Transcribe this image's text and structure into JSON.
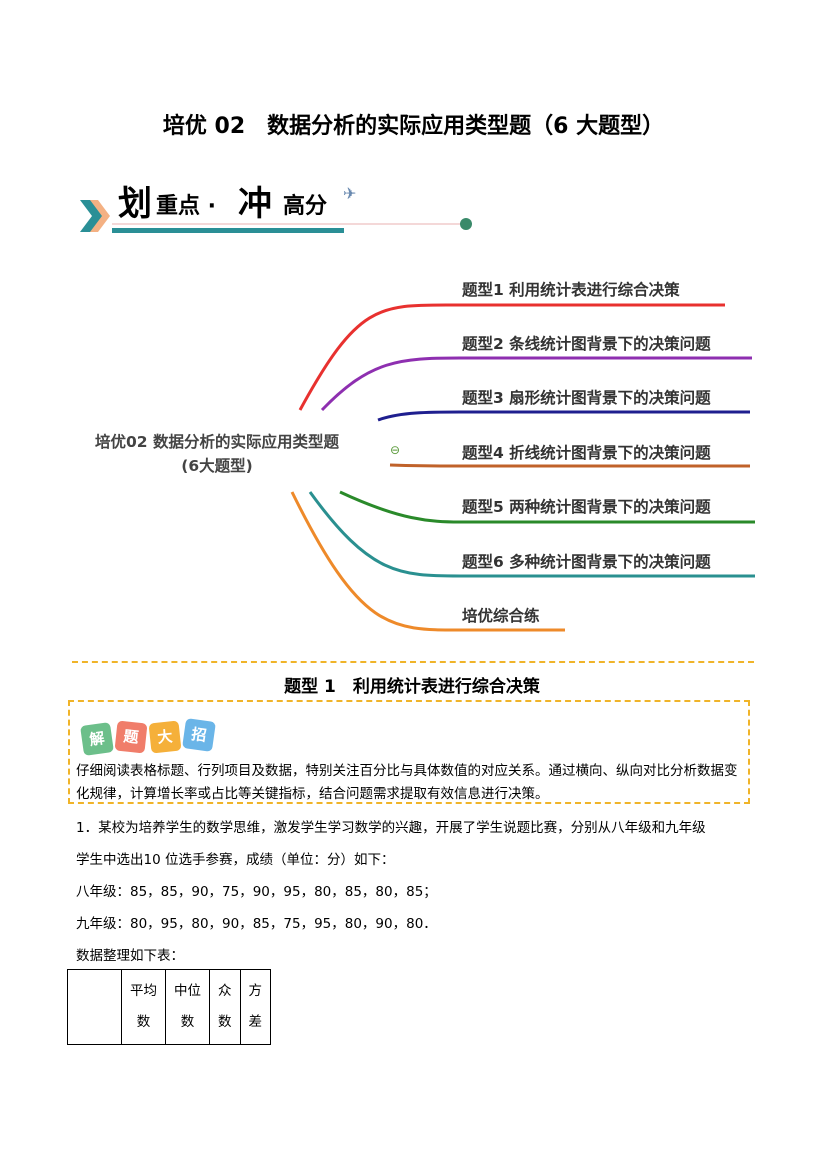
{
  "title": "培优 02　数据分析的实际应用类型题（6 大题型）",
  "banner": {
    "c1": "划",
    "t1": "重点 ·",
    "c2": "冲",
    "t2": "高分"
  },
  "mindmap": {
    "root_line1": "培优02  数据分析的实际应用类型题",
    "root_line2": "(6大题型)",
    "collapse_symbol": "⊖",
    "branches": [
      {
        "label": "题型1  利用统计表进行综合决策",
        "color": "#e8312f"
      },
      {
        "label": "题型2  条线统计图背景下的决策问题",
        "color": "#8e2fb0"
      },
      {
        "label": "题型3  扇形统计图背景下的决策问题",
        "color": "#1f1f8f"
      },
      {
        "label": "题型4  折线统计图背景下的决策问题",
        "color": "#c0622a"
      },
      {
        "label": "题型5  两种统计图背景下的决策问题",
        "color": "#2a8a2a"
      },
      {
        "label": "题型6  多种统计图背景下的决策问题",
        "color": "#2a9090"
      },
      {
        "label": "培优综合练",
        "color": "#ee8a2a"
      }
    ]
  },
  "section": {
    "title": "题型 1　利用统计表进行综合决策"
  },
  "tips": {
    "badges": [
      "解",
      "题",
      "大",
      "招"
    ],
    "text": "仔细阅读表格标题、行列项目及数据，特别关注百分比与具体数值的对应关系。通过横向、纵向对比分析数据变化规律，计算增长率或占比等关键指标，结合问题需求提取有效信息进行决策。"
  },
  "question": {
    "line1": "1．某校为培养学生的数学思维，激发学生学习数学的兴趣，开展了学生说题比赛，分别从八年级和九年级",
    "line2": "学生中选出10 位选手参赛，成绩（单位：分）如下：",
    "grade8": "八年级：85，85，90，75，90，95，80，85，80，85；",
    "grade9": "九年级：80，95，80，90，85，75，95，80，90，80．",
    "table_intro": "数据整理如下表："
  },
  "table": {
    "headers": [
      [
        "",
        ""
      ],
      [
        "平均",
        "数"
      ],
      [
        "中位",
        "数"
      ],
      [
        "众",
        "数"
      ],
      [
        "方",
        "差"
      ]
    ]
  }
}
